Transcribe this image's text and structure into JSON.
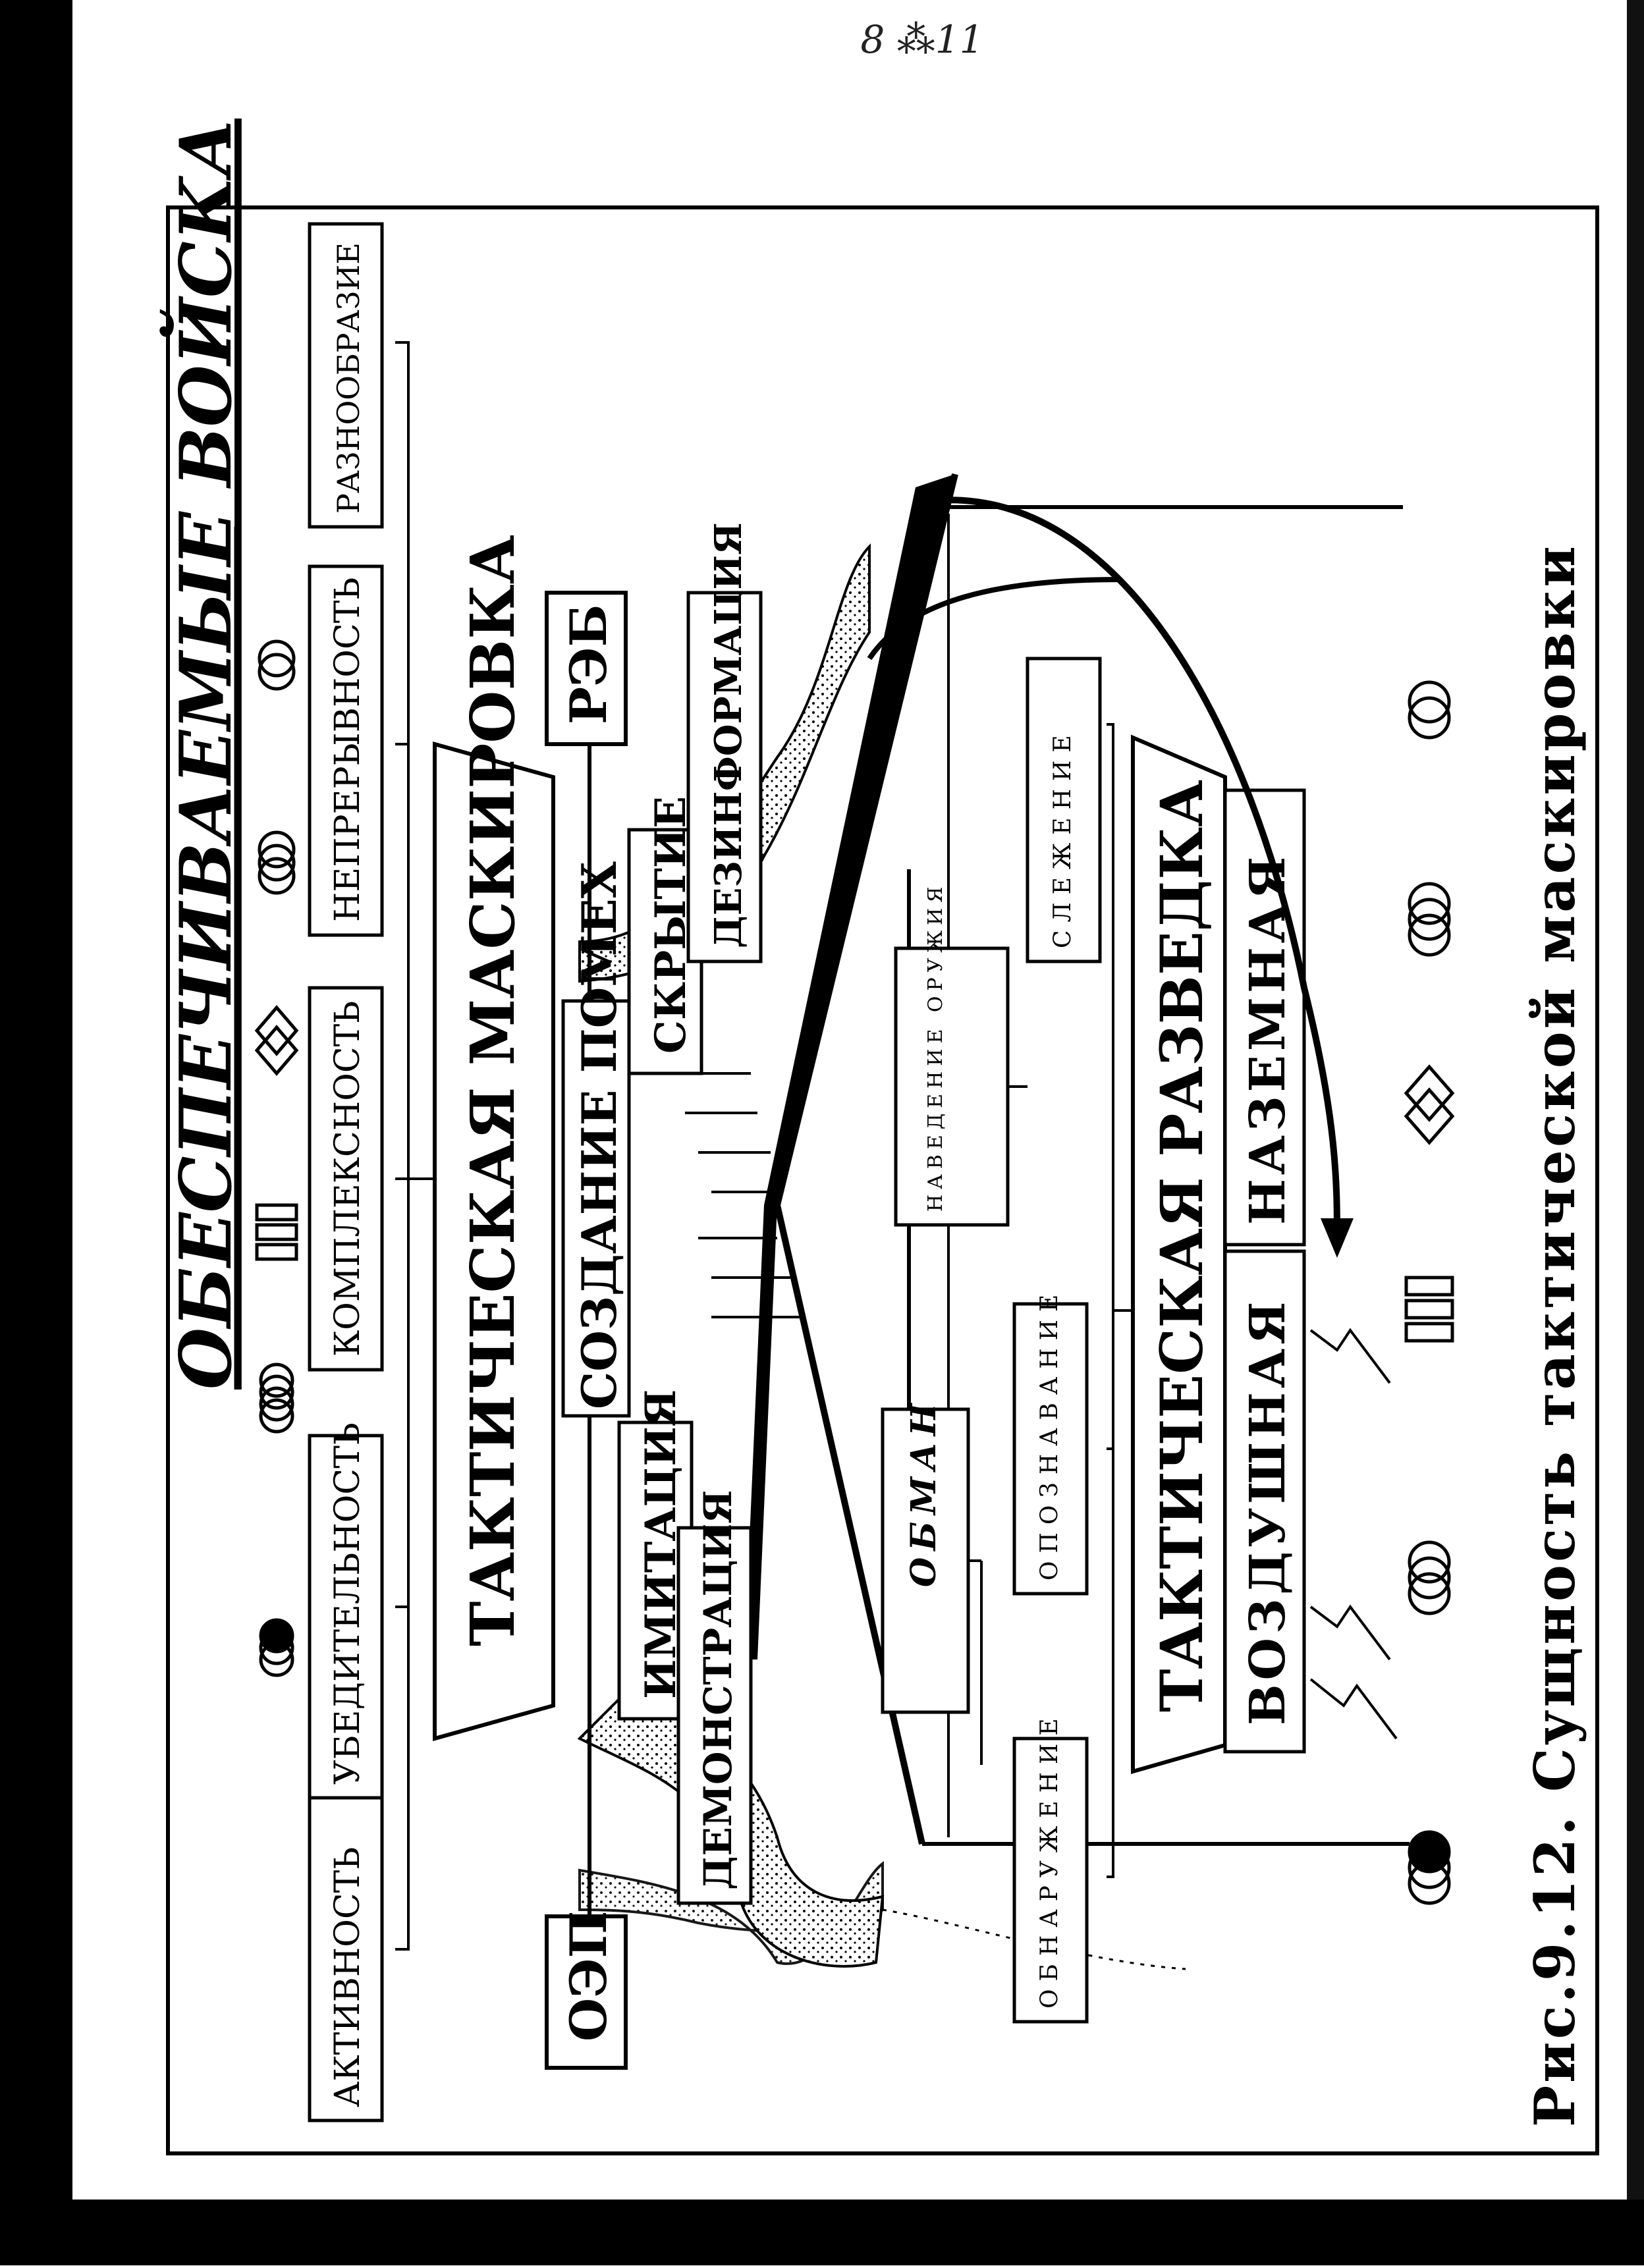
{
  "handwritten_note": "8 ⁂11",
  "header": {
    "title": "ОБЕСПЕЧИВАЕМЫЕ ВОЙСКА"
  },
  "principles": [
    "АКТИВНОСТЬ",
    "УБЕДИТЕЛЬНОСТЬ",
    "КОМПЛЕКСНОСТЬ",
    "НЕПРЕРЫВНОСТЬ",
    "РАЗНООБРАЗИЕ"
  ],
  "camouflage": {
    "title": "ТАКТИЧЕСКАЯ МАСКИРОВКА",
    "interference": "СОЗДАНИЕ ПОМЕХ",
    "methods": [
      "ИМИТАЦИЯ",
      "ДЕМОНСТРАЦИЯ",
      "СКРЫТИЕ",
      "ДЕЗИНФОРМАЦИЯ"
    ],
    "side_left": "ОЭП",
    "side_right": "РЭБ"
  },
  "deception": "ОБМАН",
  "recon_tasks": [
    "ОБНАРУЖЕНИЕ",
    "ОПОЗНАВАНИЕ",
    "НАВЕДЕНИЕ ОРУЖИЯ",
    "СЛЕЖЕНИЕ"
  ],
  "recon": {
    "title": "ТАКТИЧЕСКАЯ РАЗВЕДКА",
    "types": [
      "ВОЗДУШНАЯ",
      "НАЗЕМНАЯ"
    ]
  },
  "caption": "Рис.9.12. Сущность тактической маскировки",
  "colors": {
    "ink": "#000000",
    "paper": "#ffffff",
    "stipple": "#d8d8d8"
  }
}
